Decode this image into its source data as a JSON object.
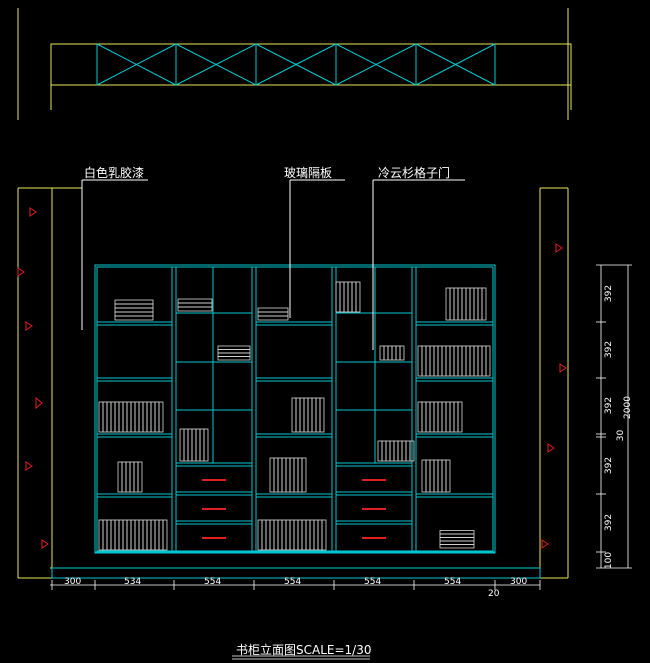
{
  "callouts": {
    "wall_finish": "白色乳胶漆",
    "glass_shelf": "玻璃隔板",
    "door": "冷云杉格子门"
  },
  "title": "书柜立面图SCALE=1/30",
  "dims_bottom": [
    "300",
    "534",
    "554",
    "554",
    "554",
    "554",
    "300"
  ],
  "dim_small_bottom": "20",
  "dims_right": [
    "392",
    "392",
    "392",
    "392",
    "392",
    "100"
  ],
  "dim_total_height": "2000",
  "dim_small_right": "30",
  "colors": {
    "background": "#000000",
    "cabinet_lines": "#00c8d2",
    "wall_lines": "#e6e65a",
    "leader_lines": "#ffffff",
    "handles": "#e02020",
    "hatch_marks": "#e02020"
  }
}
